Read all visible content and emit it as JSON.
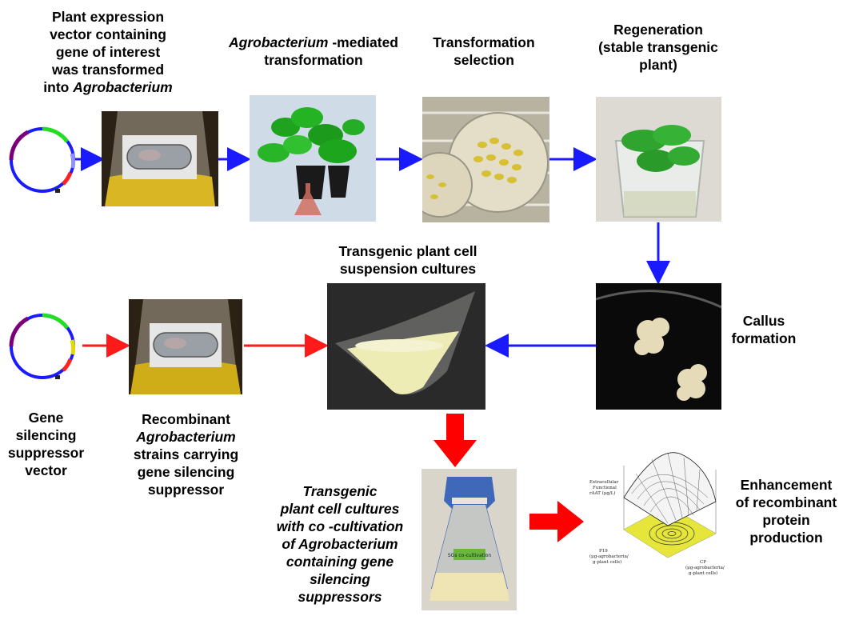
{
  "labels": {
    "step1": {
      "line1": "Plant expression",
      "line2": "vector containing",
      "line3": "gene of interest",
      "line4": "was transformed",
      "line5_prefix": "into ",
      "line5_italic": "Agrobacterium"
    },
    "step2": {
      "line1_italic": "Agrobacterium",
      "line1_suffix": " -mediated",
      "line2": "transformation"
    },
    "step3": {
      "line1": "Transformation",
      "line2": "selection"
    },
    "step4": {
      "line1": "Regeneration",
      "line2": "(stable transgenic",
      "line3": "plant)"
    },
    "callus": {
      "line1": "Callus",
      "line2": "formation"
    },
    "suspension": {
      "line1": "Transgenic plant cell",
      "line2": "suspension cultures"
    },
    "suppressor_vector": {
      "line1": "Gene",
      "line2": "silencing",
      "line3": "suppressor",
      "line4": "vector"
    },
    "recombinant": {
      "line1": "Recombinant",
      "line2_italic": "Agrobacterium",
      "line3": "strains carrying",
      "line4": "gene silencing",
      "line5": "suppressor"
    },
    "cocultivation": {
      "line1": "Transgenic",
      "line2": "plant cell cultures",
      "line3": "with co -cultivation",
      "line4": "of Agrobacterium",
      "line5": "containing gene",
      "line6": "silencing",
      "line7": "suppressors"
    },
    "enhancement": {
      "line1": "Enhancement",
      "line2": "of recombinant",
      "line3": "protein",
      "line4": "production"
    }
  },
  "surface_plot": {
    "zlabel1": "Extracellular",
    "zlabel2": "Functional",
    "zlabel3": "rAAT (μg/L)",
    "xlabel1": "P19",
    "xlabel2": "(μg-agrobacteria/",
    "xlabel3": "g-plant cells)",
    "ylabel1": "CP",
    "ylabel2": "(μg-agrobacteria/",
    "ylabel3": "g-plant cells)"
  },
  "flask_tag": "SGs co-cultivation",
  "colors": {
    "transformation_arrow": "#1a1aff",
    "silencing_arrow": "#ff1a1a",
    "enhancement_arrow": "#ff0000"
  }
}
